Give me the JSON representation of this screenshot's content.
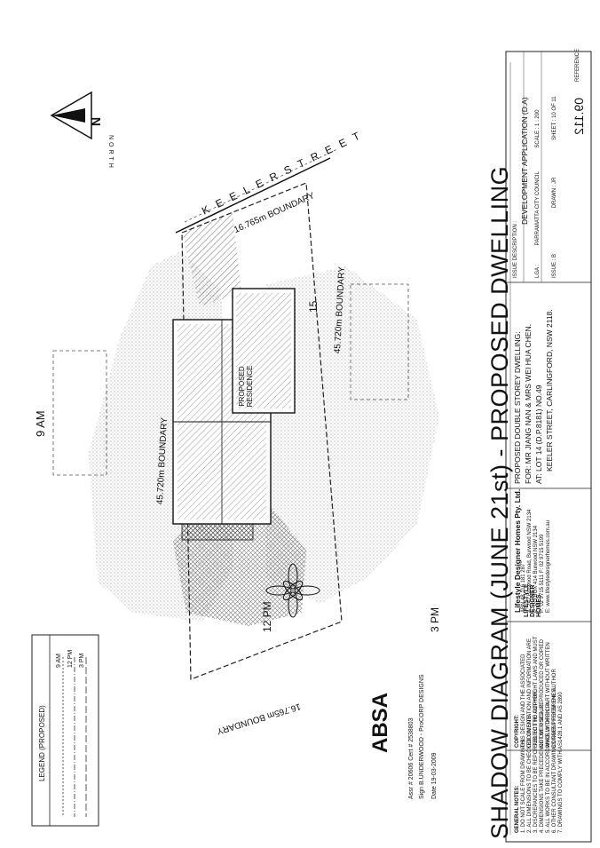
{
  "title": {
    "drawing_title": "SHADOW DIAGRAM (JUNE 21st) - PROPOSED DWELLING"
  },
  "north": {
    "label": "NORTH",
    "symbol": "N"
  },
  "street": {
    "name": "K E E L E R    S T R E E T"
  },
  "boundaries": {
    "front": "16.765m BOUNDARY",
    "rear": "16.765m BOUNDARY",
    "left": "45.720m BOUNDARY",
    "right": "45.720m BOUNDARY"
  },
  "shadow_labels": {
    "am": "9 AM",
    "noon": "12 PM",
    "pm": "3 PM"
  },
  "plan": {
    "residence_label": "PROPOSED RESIDENCE",
    "lot_number": "15"
  },
  "legend": {
    "title": "LEGEND (PROPOSED)",
    "items": [
      "9 AM",
      "12 PM",
      "3 PM"
    ]
  },
  "absa": {
    "logo_text": "ABSA",
    "assr_label": "Assr #",
    "assr_value": "20606",
    "cert_label": "Cert #",
    "cert_value": "2538803",
    "sign_label": "Sign",
    "sign_value": "B.UNDERWOOD - ProCORP DESIGNS",
    "date_label": "Date",
    "date_value": "19-03-2009"
  },
  "title_block": {
    "company": "Lifestyle Designer Homes Pty. Ltd.",
    "company_lines": [
      "ABN 48 116 181 287",
      "A: 242 Burwood Road, Burwood NSW 2134",
      "P: PO BOX 414 Burwood NSW 2134",
      "P: 02 9715 5111   F: 02 9715 5199",
      "E: www.lifestyledesignerhomes.com.au"
    ],
    "logo_text": "LIFESTYLE DESIGNER HOMES",
    "project_desc": "PROPOSED DOUBLE STOREY DWELLING:",
    "for_label": "FOR:",
    "for_value": "MR JIANG NAN & MRS WEI HUA CHEN.",
    "at_label": "AT:",
    "at_line1": "LOT 14 (D.P.8181) NO.49",
    "at_line2": "KEELER STREET, CARLINGFORD, NSW 2118.",
    "issue_desc_label": "ISSUE DESCRIPTION :",
    "issue_desc_value": "DEVELOPMENT APPLICATION (D.A)",
    "lga_label": "LGA :",
    "lga_value": "PARRAMATTA CITY COUNCIL",
    "scale_label": "SCALE :",
    "scale_value": "1 : 200",
    "issue_label": "ISSUE :",
    "issue_value": "B",
    "drawn_label": "DRAWN :",
    "drawn_value": "JR",
    "sheet_label": "SHEET :",
    "sheet_value": "10 OF 11",
    "ref_label": "REFERENCE",
    "ref_value": "09.112"
  },
  "notes": {
    "general_title": "GENERAL NOTES:",
    "general_lines": [
      "1. DO NOT SCALE FROM DRAWINGS.",
      "2. ALL DIMENSIONS TO BE CHECKED ON SITE.",
      "3. DISCREPANCIES TO BE REPORTED TO THE AUTHOR.",
      "4. DIMENSIONS TAKE PRECEDENCE OVER SCALE.",
      "5. ALL WORKS TO BE IN ACCORDANCE WITH B.C.A.",
      "6. OTHER CONSULTANT DRAWINGS TAKE PREFERENCE.",
      "7. DRAWINGS TO COMPLY WITH AS1428.1 AND AS 2890"
    ],
    "copyright_title": "COPYRIGHT:",
    "copyright_lines": [
      "THIS DESIGN AND THE ASSOCIATED",
      "DOCUMENTATION AND INFORMATION ARE",
      "SUBJECT TO COPYRIGHT LAWS AND MUST",
      "NOT BE USED, REPRODUCED OR COPIED",
      "WHOLLY OR IN PART WITHOUT WRITTEN",
      "CONSENT FROM THE AUTHOR"
    ]
  }
}
